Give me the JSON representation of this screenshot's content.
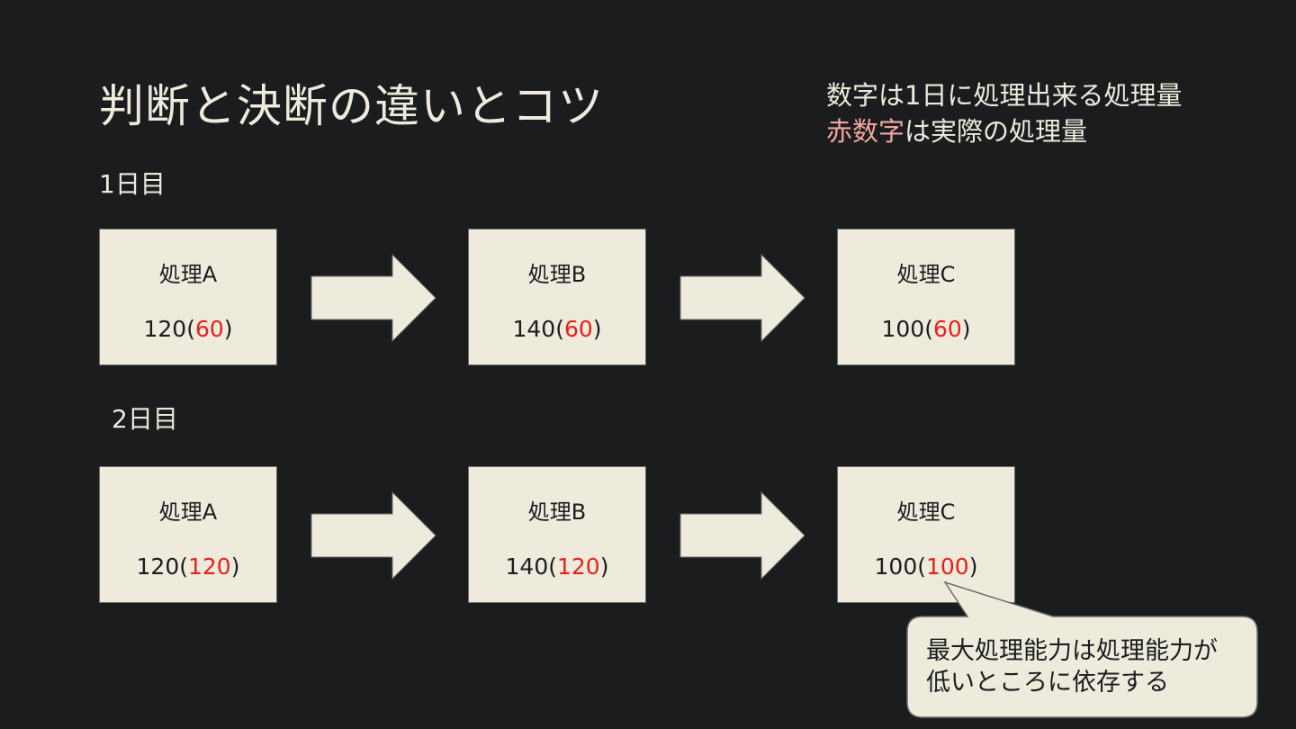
{
  "title": "判断と決断の違いとコツ",
  "legend": {
    "line1": "数字は1日に処理出来る処理量",
    "line2_accent": "赤数字",
    "line2_rest": "は実際の処理量"
  },
  "days": [
    {
      "label": "1日目",
      "processes": [
        {
          "name": "処理A",
          "capacity": "120",
          "actual": "60"
        },
        {
          "name": "処理B",
          "capacity": "140",
          "actual": "60"
        },
        {
          "name": "処理C",
          "capacity": "100",
          "actual": "60"
        }
      ]
    },
    {
      "label": "2日目",
      "processes": [
        {
          "name": "処理A",
          "capacity": "120",
          "actual": "120"
        },
        {
          "name": "処理B",
          "capacity": "140",
          "actual": "120"
        },
        {
          "name": "処理C",
          "capacity": "100",
          "actual": "100"
        }
      ]
    }
  ],
  "callout": {
    "line1": "最大処理能力は処理能力が",
    "line2": "低いところに依存する"
  },
  "colors": {
    "background": "#1b1c1e",
    "box": "#eeebdd",
    "actual_number": "#e8201a",
    "legend_accent": "#f2a6a2"
  }
}
